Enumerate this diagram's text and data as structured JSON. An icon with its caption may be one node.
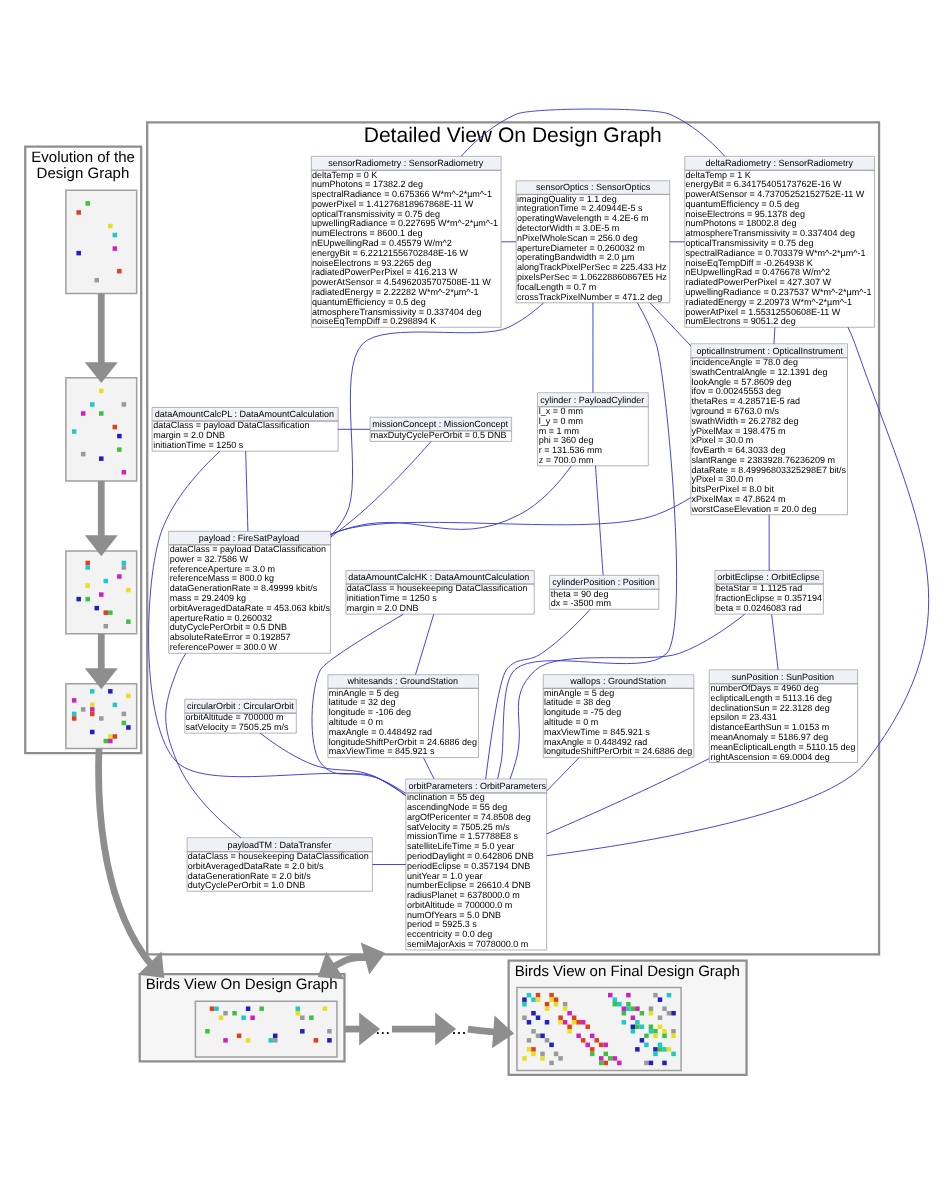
{
  "diagram": {
    "nodes": [
      {
        "text": [
          "Evolution of the Design Graph"
        ]
      },
      {
        "text": [],
        "shape": "picture",
        "in": 0
      },
      {
        "text": [],
        "shape": "picture",
        "in": 0
      },
      {
        "text": [],
        "shape": "picture",
        "in": 0
      },
      {
        "text": [],
        "shape": "picture",
        "in": 0
      },
      {
        "text": [
          "Detailed View On Design Graph"
        ]
      },
      {
        "text": [
          "sensorRadiometry : SensorRadiometry",
          "deltaTemp = 0 K",
          "numPhotons = 17382.2 deg",
          "spectralRadiance = 0.675366 W*m^-2*µm^-1",
          "powerPixel = 1.41276818967868E-11 W",
          "opticalTransmissivity = 0.75 deg",
          "upwellingRadiance = 0.227695 W*m^-2*µm^-1",
          "numElectrons = 8600.1 deg",
          "nEUpwellingRad = 0.45579 W/m^2",
          "energyBit = 6.22121556702848E-16 W",
          "noiseElectrons = 93.2265 deg",
          "radiatedPowerPerPixel = 416.213 W",
          "powerAtSensor = 4.54962035707508E-11 W",
          "radiatedEnergy = 2.22282 W*m^-2*µm^-1",
          "quantumEfficiency = 0.5 deg",
          "atmosphereTransmissivity = 0.337404 deg",
          "noiseEqTempDiff = 0.298894 K"
        ],
        "in": 5
      },
      {
        "text": [
          "sensorOptics : SensorOptics",
          "imagingQuality = 1.1 deg",
          "integrationTime = 2.40944E-5 s",
          "operatingWavelength = 4.2E-6 m",
          "detectorWidth = 3.0E-5 m",
          "nPixelWholeScan = 256.0 deg",
          "apertureDiameter = 0.260032 m",
          "operatingBandwidth = 2.0 µm",
          "alongTrackPixelPerSec = 225.433 Hz",
          "pixelsPerSec = 1.06228860867E5 Hz",
          "focalLength = 0.7 m",
          "crossTrackPixelNumber = 471.2 deg"
        ],
        "in": 5
      },
      {
        "text": [
          "deltaRadiometry : SensorRadiometry",
          "deltaTemp = 1 K",
          "energyBit = 6.34175405173762E-16 W",
          "powerAtSensor = 4.73705252152752E-11 W",
          "quantumEfficiency = 0.5 deg",
          "noiseElectrons = 95.1378 deg",
          "numPhotons = 18002.8 deg",
          "atmosphereTransmissivity = 0.337404 deg",
          "opticalTransmissivity = 0.75 deg",
          "spectralRadiance = 0.703379 W*m^-2*µm^-1",
          "noiseEqTempDiff = -0.264938 K",
          "nEUpwellingRad = 0.476678 W/m^2",
          "radiatedPowerPerPixel = 427.307 W",
          "upwellingRadiance = 0.237537 W*m^-2*µm^-1",
          "radiatedEnergy = 2.20973 W*m^-2*µm^-1",
          "powerAtPixel = 1.55312550608E-11 W",
          "numElectrons = 9051.2 deg"
        ],
        "in": 5
      },
      {
        "text": [
          "cylinder : PayloadCylinder",
          "l_x = 0 mm",
          "l_y = 0 mm",
          "m = 1 mm",
          "phi = 360 deg",
          "r = 131.536 mm",
          "z = 700.0 mm"
        ],
        "in": 5
      },
      {
        "text": [
          "dataAmountCalcPL : DataAmountCalculation",
          "dataClass = payload DataClassification",
          "margin = 2.0 DNB",
          "initiationTime = 1250 s"
        ],
        "in": 5
      },
      {
        "text": [
          "opticalInstrument : OpticalInstrument",
          "incidenceAngle = 78.0 deg",
          "swathCentralAngle = 12.1391 deg",
          "lookAngle = 57.8609 deg",
          "ifov = 0.00245553 deg",
          "thetaRes = 4.28571E-5 rad",
          "vground = 6763.0 m/s",
          "swathWidth = 26.2782 deg",
          "yPixelMax = 198.475 m",
          "xPixel = 30.0 m",
          "fovEarth = 64.3033 deg",
          "slantRange = 2383928.76236209 m",
          "dataRate = 8.49996803325298E7 bit/s",
          "yPixel = 30.0 m",
          "bitsPerPixel = 8.0 bit",
          "xPixelMax = 47.8624 m",
          "worstCaseElevation = 20.0 deg"
        ],
        "in": 5
      },
      {
        "text": [
          "dataAmountCalcHK : DataAmountCalculation",
          "dataClass = housekeeping DataClassification",
          "initiationTime = 1250 s",
          "margin = 2.0 DNB"
        ],
        "in": 5
      },
      {
        "text": [
          "missionConcept : MissionConcept",
          "maxDutyCyclePerOrbit = 0.5 DNB"
        ],
        "in": 5
      },
      {
        "text": [
          "whitesands : GroundStation",
          "minAngle = 5 deg",
          "latitude = 32 deg",
          "longitude = -106 deg",
          "altitude = 0 m",
          "maxAngle = 0.448492 rad",
          "longitudeShiftPerOrbit = 24.6886 deg",
          "maxViewTime = 845.921 s"
        ],
        "in": 5
      },
      {
        "text": [
          "cylinderPosition : Position",
          "theta = 90 deg",
          "dx = -3500 mm"
        ],
        "in": 5
      },
      {
        "text": [
          "orbitEclipse : OrbitEclipse",
          "betaStar = 1.1125 rad",
          "fractionEclipse = 0.357194",
          "beta = 0.0246083 rad"
        ],
        "in": 5
      },
      {
        "text": [
          "payload : FireSatPayload",
          "dataClass = payload DataClassification",
          "power = 32.7586 W",
          "referenceAperture = 3.0 m",
          "referenceMass = 800.0 kg",
          "dataGenerationRate = 8.49999 kbit/s",
          "mass = 29.2409 kg",
          "orbitAveragedDataRate = 453.063 kbit/s",
          "apertureRatio = 0.260032",
          "dutyCyclePerOrbit = 0.5 DNB",
          "absoluteRateError = 0.192857",
          "referencePower = 300.0 W"
        ],
        "in": 5
      },
      {
        "text": [
          "circularOrbit : CircularOrbit",
          "orbitAltitude = 700000 m",
          "satVelocity = 7505.25 m/s"
        ],
        "in": 5
      },
      {
        "text": [
          "wallops : GroundStation",
          "minAngle = 5 deg",
          "latitude = 38 deg",
          "longitude = -75 deg",
          "altitude = 0 m",
          "maxViewTime = 845.921 s",
          "maxAngle = 0.448492 rad",
          "longitudeShiftPerOrbit = 24.6886 deg"
        ],
        "in": 5
      },
      {
        "text": [
          "sunPosition : SunPosition",
          "numberOfDays = 4960 deg",
          "eclipticalLength = 5113.16 deg",
          "declinationSun = 22.3128 deg",
          "epsilon = 23.431",
          "distanceEarthSun = 1.0153 m",
          "meanAnomaly = 5186.97 deg",
          "meanEclipticalLength = 5110.15 deg",
          "rightAscension = 69.0004 deg"
        ],
        "in": 5
      },
      {
        "text": [
          "payloadTM : DataTransfer",
          "dataClass = housekeeping DataClassification",
          "orbitAveragedDataRate = 2.0 bit/s",
          "dataGenerationRate = 2.0 bit/s",
          "dutyCyclePerOrbit = 1.0 DNB"
        ],
        "in": 5
      },
      {
        "text": [
          "orbitParameters : OrbitParameters",
          "inclination = 55 deg",
          "ascendingNode = 55 deg",
          "argOfPericenter = 74.8508 deg",
          "satVelocity = 7505.25 m/s",
          "missionTime = 1.57788E8 s",
          "satelliteLifeTime = 5.0 year",
          "periodDaylight = 0.642806 DNB",
          "periodEclipse = 0.357194 DNB",
          "unitYear = 1.0 year",
          "numberEclipse = 26610.4 DNB",
          "radiusPlanet = 6378000.0 m",
          "orbitAltitude = 700000.0 m",
          "numOfYears = 5.0 DNB",
          "period = 5925.3 s",
          "eccentricity = 0.0 deg",
          "semiMajorAxis = 7078000.0 m"
        ],
        "in": 5
      },
      {
        "text": [
          "Birds View On Design Graph"
        ]
      },
      {
        "text": [],
        "shape": "picture",
        "in": 23
      },
      {
        "text": [
          "..."
        ]
      },
      {
        "text": [
          "..."
        ]
      },
      {
        "text": [
          "Birds View on Final Design Graph"
        ]
      },
      {
        "text": [],
        "shape": "picture",
        "in": 27
      }
    ],
    "edges": [
      {
        "from": 1,
        "to": 2,
        "arrow": "to",
        "style": "thick",
        "color": "#8e8e8e"
      },
      {
        "from": 2,
        "to": 3,
        "arrow": "to",
        "style": "thick",
        "color": "#8e8e8e"
      },
      {
        "from": 3,
        "to": 4,
        "arrow": "to",
        "style": "thick",
        "color": "#8e8e8e"
      },
      {
        "from": 4,
        "to": 23,
        "arrow": "to",
        "style": "thick",
        "color": "#8e8e8e"
      },
      {
        "from": 5,
        "to": 23,
        "arrow": "both",
        "style": "thick",
        "color": "#8e8e8e"
      },
      {
        "from": 23,
        "to": 25,
        "arrow": "to",
        "style": "thick",
        "color": "#8e8e8e"
      },
      {
        "from": 25,
        "to": 26,
        "arrow": "to",
        "style": "thick",
        "color": "#8e8e8e"
      },
      {
        "from": 26,
        "to": 27,
        "arrow": "to",
        "style": "thick",
        "color": "#8e8e8e"
      },
      {
        "from": 6,
        "to": 8,
        "arrow": "none"
      },
      {
        "from": 6,
        "to": 7,
        "arrow": "none"
      },
      {
        "from": 7,
        "to": 8,
        "arrow": "none"
      },
      {
        "from": 7,
        "to": 9,
        "arrow": "none"
      },
      {
        "from": 7,
        "to": 11,
        "arrow": "none"
      },
      {
        "from": 8,
        "to": 11,
        "arrow": "none"
      },
      {
        "from": 8,
        "to": 22,
        "arrow": "none"
      },
      {
        "from": 7,
        "to": 17,
        "arrow": "none"
      },
      {
        "from": 7,
        "to": 22,
        "arrow": "none"
      },
      {
        "from": 9,
        "to": 15,
        "arrow": "none"
      },
      {
        "from": 9,
        "to": 17,
        "arrow": "none"
      },
      {
        "from": 10,
        "to": 13,
        "arrow": "none"
      },
      {
        "from": 10,
        "to": 17,
        "arrow": "none"
      },
      {
        "from": 10,
        "to": 22,
        "arrow": "none"
      },
      {
        "from": 12,
        "to": 14,
        "arrow": "none"
      },
      {
        "from": 12,
        "to": 22,
        "arrow": "none"
      },
      {
        "from": 13,
        "to": 17,
        "arrow": "none"
      },
      {
        "from": 11,
        "to": 17,
        "arrow": "none"
      },
      {
        "from": 11,
        "to": 16,
        "arrow": "none"
      },
      {
        "from": 14,
        "to": 22,
        "arrow": "none"
      },
      {
        "from": 15,
        "to": 22,
        "arrow": "none"
      },
      {
        "from": 16,
        "to": 22,
        "arrow": "none"
      },
      {
        "from": 16,
        "to": 20,
        "arrow": "none"
      },
      {
        "from": 17,
        "to": 21,
        "arrow": "none"
      },
      {
        "from": 18,
        "to": 22,
        "arrow": "none"
      },
      {
        "from": 19,
        "to": 22,
        "arrow": "none"
      },
      {
        "from": 20,
        "to": 22,
        "arrow": "none"
      },
      {
        "from": 21,
        "to": 22,
        "arrow": "none"
      }
    ]
  }
}
